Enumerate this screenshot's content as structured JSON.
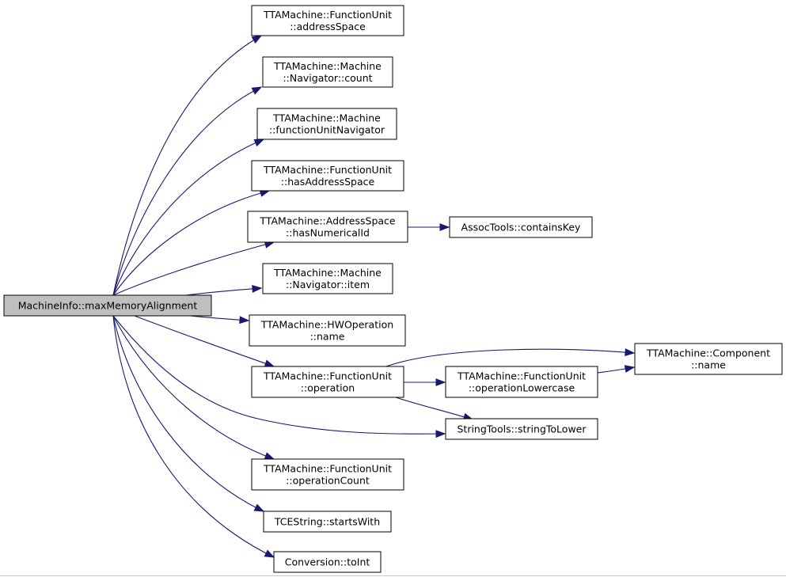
{
  "graph": {
    "root": {
      "id": "root",
      "lines": [
        "MachineInfo::maxMemoryAlignment"
      ]
    },
    "nodes": [
      {
        "id": "fu_addressSpace",
        "lines": [
          "TTAMachine::FunctionUnit",
          "::addressSpace"
        ]
      },
      {
        "id": "nav_count",
        "lines": [
          "TTAMachine::Machine",
          "::Navigator::count"
        ]
      },
      {
        "id": "m_fuNavigator",
        "lines": [
          "TTAMachine::Machine",
          "::functionUnitNavigator"
        ]
      },
      {
        "id": "fu_hasAddressSpace",
        "lines": [
          "TTAMachine::FunctionUnit",
          "::hasAddressSpace"
        ]
      },
      {
        "id": "as_hasNumericalId",
        "lines": [
          "TTAMachine::AddressSpace",
          "::hasNumericalId"
        ]
      },
      {
        "id": "assoc_containsKey",
        "lines": [
          "AssocTools::containsKey"
        ]
      },
      {
        "id": "nav_item",
        "lines": [
          "TTAMachine::Machine",
          "::Navigator::item"
        ]
      },
      {
        "id": "hwop_name",
        "lines": [
          "TTAMachine::HWOperation",
          "::name"
        ]
      },
      {
        "id": "fu_operation",
        "lines": [
          "TTAMachine::FunctionUnit",
          "::operation"
        ]
      },
      {
        "id": "fu_operationLowercase",
        "lines": [
          "TTAMachine::FunctionUnit",
          "::operationLowercase"
        ]
      },
      {
        "id": "comp_name",
        "lines": [
          "TTAMachine::Component",
          "::name"
        ]
      },
      {
        "id": "str_toLower",
        "lines": [
          "StringTools::stringToLower"
        ]
      },
      {
        "id": "fu_operationCount",
        "lines": [
          "TTAMachine::FunctionUnit",
          "::operationCount"
        ]
      },
      {
        "id": "tce_startsWith",
        "lines": [
          "TCEString::startsWith"
        ]
      },
      {
        "id": "conv_toInt",
        "lines": [
          "Conversion::toInt"
        ]
      }
    ],
    "edges": [
      {
        "from": "root",
        "to": "fu_addressSpace"
      },
      {
        "from": "root",
        "to": "nav_count"
      },
      {
        "from": "root",
        "to": "m_fuNavigator"
      },
      {
        "from": "root",
        "to": "fu_hasAddressSpace"
      },
      {
        "from": "root",
        "to": "as_hasNumericalId"
      },
      {
        "from": "root",
        "to": "nav_item"
      },
      {
        "from": "root",
        "to": "hwop_name"
      },
      {
        "from": "root",
        "to": "fu_operation"
      },
      {
        "from": "root",
        "to": "str_toLower"
      },
      {
        "from": "root",
        "to": "fu_operationCount"
      },
      {
        "from": "root",
        "to": "tce_startsWith"
      },
      {
        "from": "root",
        "to": "conv_toInt"
      },
      {
        "from": "as_hasNumericalId",
        "to": "assoc_containsKey"
      },
      {
        "from": "fu_operation",
        "to": "comp_name"
      },
      {
        "from": "fu_operation",
        "to": "fu_operationLowercase"
      },
      {
        "from": "fu_operation",
        "to": "str_toLower"
      },
      {
        "from": "fu_operationLowercase",
        "to": "comp_name"
      }
    ],
    "colors": {
      "edge": "#191970",
      "root_fill": "#bfbfbf",
      "node_fill": "#ffffff",
      "node_border": "#000000"
    }
  }
}
